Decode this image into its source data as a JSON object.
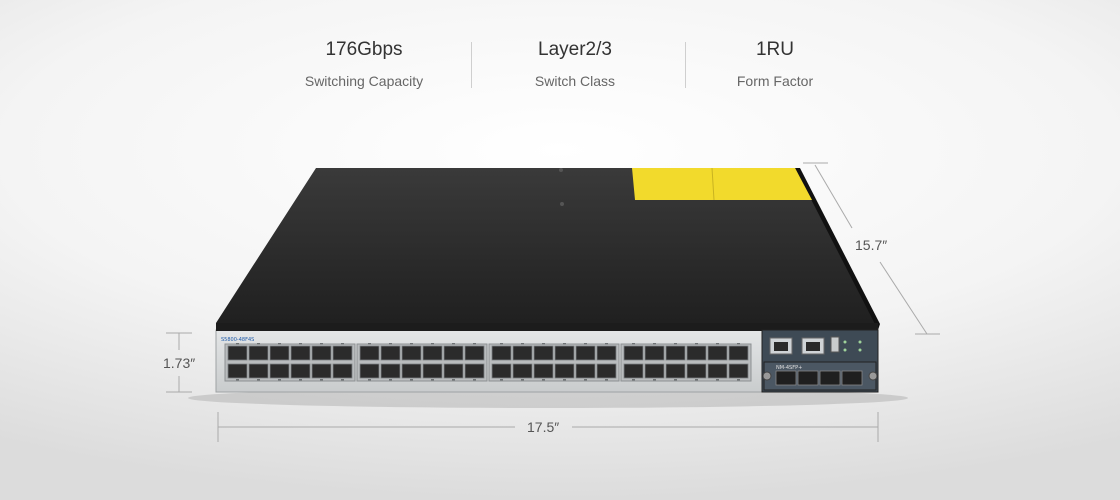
{
  "specs": [
    {
      "value": "176Gbps",
      "label": "Switching Capacity"
    },
    {
      "value": "Layer2/3",
      "label": "Switch Class"
    },
    {
      "value": "1RU",
      "label": "Form Factor"
    }
  ],
  "dimensions": {
    "depth": "15.7″",
    "height": "1.73″",
    "width": "17.5″"
  },
  "device": {
    "model_label": "S5800-48F4S",
    "module_label": "NM-4SFP+",
    "sfp_port_count": 48,
    "sfp_plus_port_count": 4,
    "colors": {
      "top": "#2a2a2a",
      "front_panel": "#d9dbdc",
      "sticker": "#f2da2c",
      "module": "#3e4a55"
    }
  }
}
